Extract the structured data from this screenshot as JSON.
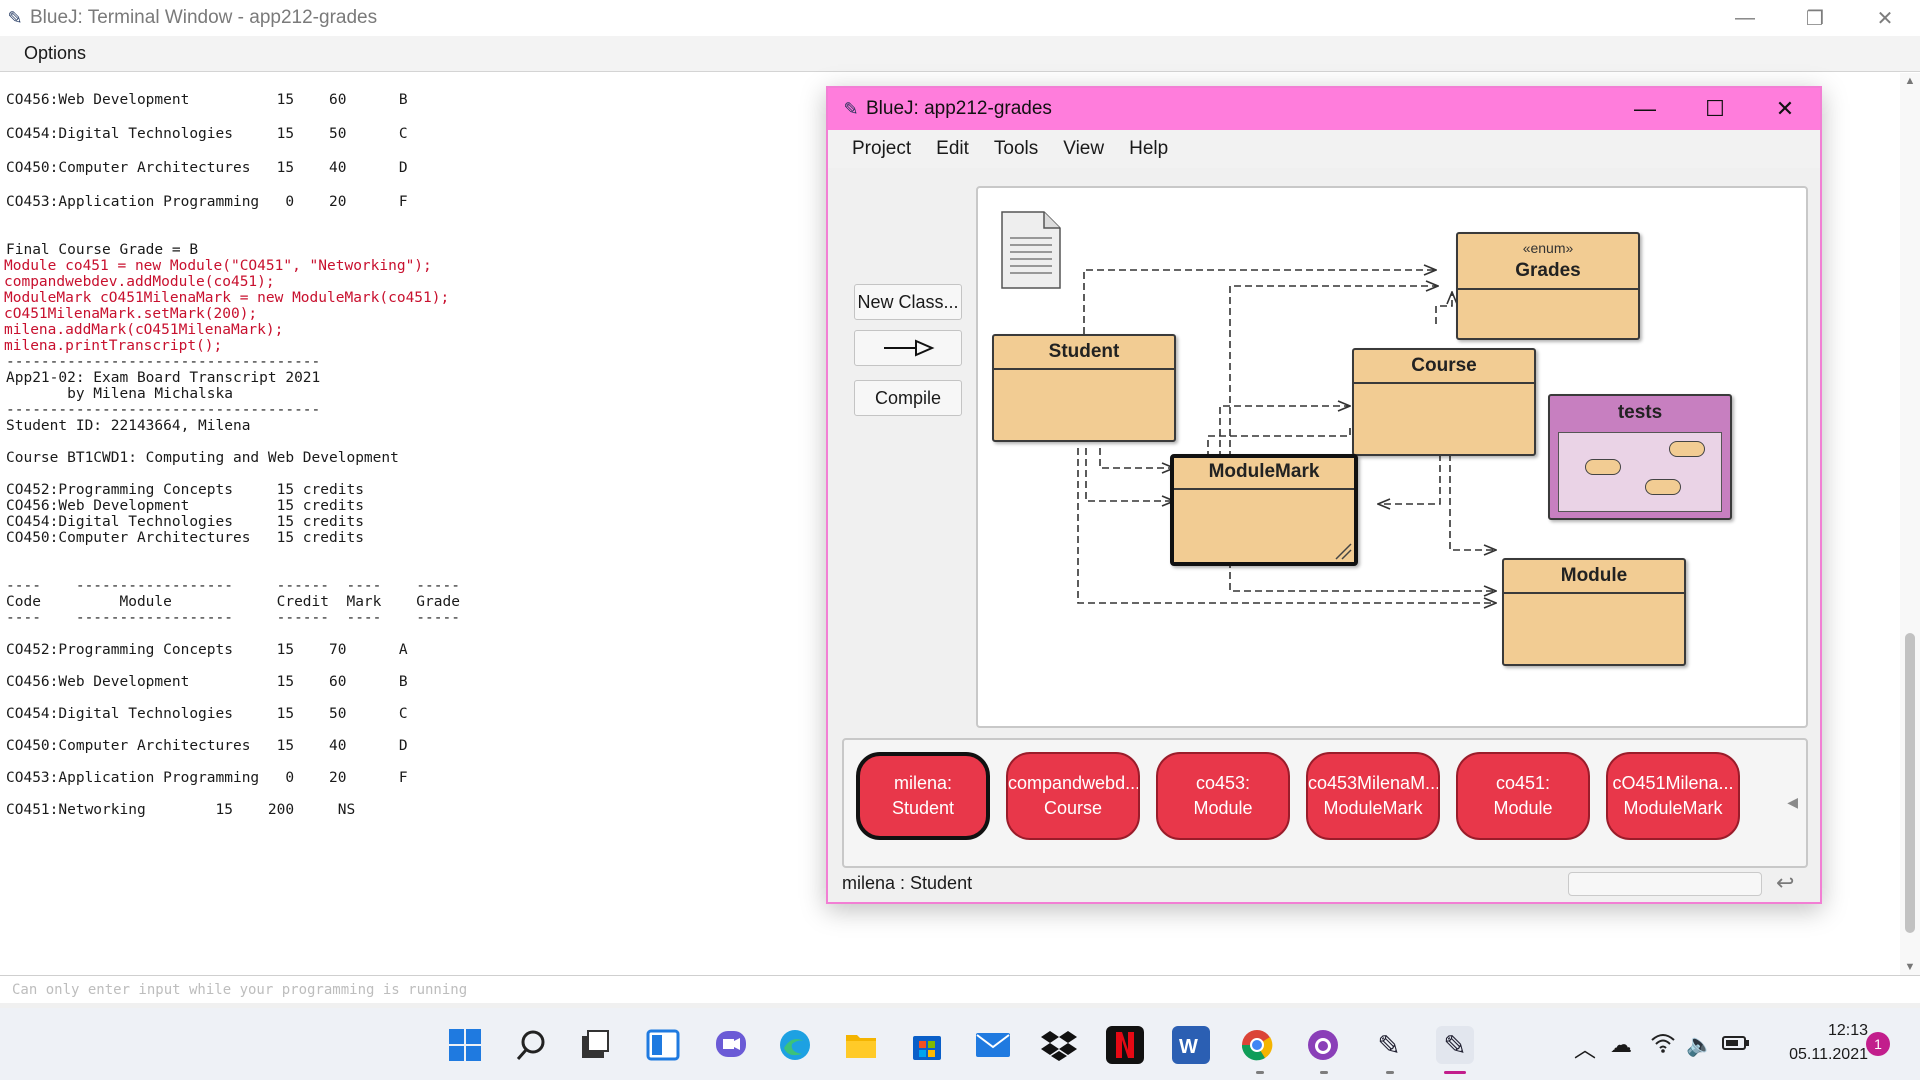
{
  "terminal": {
    "title": "BlueJ: Terminal Window - app212-grades",
    "menu": [
      "Options"
    ],
    "lines": [
      {
        "text": "CO456:Web Development          15    60      B",
        "kind": "output"
      },
      {
        "text": "CO454:Digital Technologies     15    50      C",
        "kind": "output"
      },
      {
        "text": "CO450:Computer Architectures   15    40      D",
        "kind": "output"
      },
      {
        "text": "CO453:Application Programming   0    20      F",
        "kind": "output"
      },
      {
        "text": "Final Course Grade = B",
        "kind": "output"
      },
      {
        "text": "Module co451 = new Module(\"CO451\", \"Networking\");",
        "kind": "input"
      },
      {
        "text": "compandwebdev.addModule(co451);",
        "kind": "input"
      },
      {
        "text": "ModuleMark cO451MilenaMark = new ModuleMark(co451);",
        "kind": "input"
      },
      {
        "text": "cO451MilenaMark.setMark(200);",
        "kind": "input"
      },
      {
        "text": "milena.addMark(cO451MilenaMark);",
        "kind": "input"
      },
      {
        "text": "milena.printTranscript();",
        "kind": "input"
      },
      {
        "text": "------------------------------------",
        "kind": "output"
      },
      {
        "text": "App21-02: Exam Board Transcript 2021",
        "kind": "output"
      },
      {
        "text": "       by Milena Michalska",
        "kind": "output"
      },
      {
        "text": "------------------------------------",
        "kind": "output"
      },
      {
        "text": "Student ID: 22143664, Milena",
        "kind": "output"
      },
      {
        "text": "Course BT1CWD1: Computing and Web Development",
        "kind": "output"
      },
      {
        "text": "CO452:Programming Concepts     15 credits",
        "kind": "output"
      },
      {
        "text": "CO456:Web Development          15 credits",
        "kind": "output"
      },
      {
        "text": "CO454:Digital Technologies     15 credits",
        "kind": "output"
      },
      {
        "text": "CO450:Computer Architectures   15 credits",
        "kind": "output"
      },
      {
        "text": "----    ------------------     ------  ----    -----",
        "kind": "output"
      },
      {
        "text": "Code         Module            Credit  Mark    Grade",
        "kind": "output"
      },
      {
        "text": "----    ------------------     ------  ----    -----",
        "kind": "output"
      },
      {
        "text": "CO452:Programming Concepts     15    70      A",
        "kind": "output"
      },
      {
        "text": "CO456:Web Development          15    60      B",
        "kind": "output"
      },
      {
        "text": "CO454:Digital Technologies     15    50      C",
        "kind": "output"
      },
      {
        "text": "CO450:Computer Architectures   15    40      D",
        "kind": "output"
      },
      {
        "text": "CO453:Application Programming   0    20      F",
        "kind": "output"
      },
      {
        "text": "CO451:Networking        15    200     NS",
        "kind": "output"
      }
    ],
    "input_placeholder": "Can only enter input while your programming is running"
  },
  "bluej": {
    "title": "BlueJ:  app212-grades",
    "menu": [
      "Project",
      "Edit",
      "Tools",
      "View",
      "Help"
    ],
    "buttons": {
      "new_class": "New Class...",
      "compile": "Compile"
    },
    "classes": {
      "grades": {
        "stereotype": "«enum»",
        "name": "Grades"
      },
      "student": {
        "name": "Student"
      },
      "course": {
        "name": "Course"
      },
      "tests": {
        "name": "tests"
      },
      "module_mark": {
        "name": "ModuleMark"
      },
      "module": {
        "name": "Module"
      }
    },
    "objects": [
      {
        "line1": "milena:",
        "line2": "Student"
      },
      {
        "line1": "compandwebd...",
        "line2": "Course"
      },
      {
        "line1": "co453:",
        "line2": "Module"
      },
      {
        "line1": "co453MilenaM...",
        "line2": "ModuleMark"
      },
      {
        "line1": "co451:",
        "line2": "Module"
      },
      {
        "line1": "cO451Milena...",
        "line2": "ModuleMark"
      }
    ],
    "status": "milena : Student"
  },
  "taskbar": {
    "apps": [
      "start-icon",
      "search-icon",
      "task-view-icon",
      "widgets-icon",
      "chat-icon",
      "edge-icon",
      "file-explorer-icon",
      "microsoft-store-icon",
      "mail-icon",
      "dropbox-icon",
      "netflix-icon",
      "word-icon",
      "chrome-icon",
      "github-icon",
      "bluej-icon",
      "bluej-icon-active"
    ],
    "time": "12:13",
    "date": "05.11.2021",
    "notification_count": "1"
  },
  "colors": {
    "bluej_titlebar": "#ff7ddc",
    "class_fill": "#f2cc93",
    "tests_fill": "#c77fc0",
    "object_fill": "#e8374a",
    "input_text": "#c8102e"
  }
}
